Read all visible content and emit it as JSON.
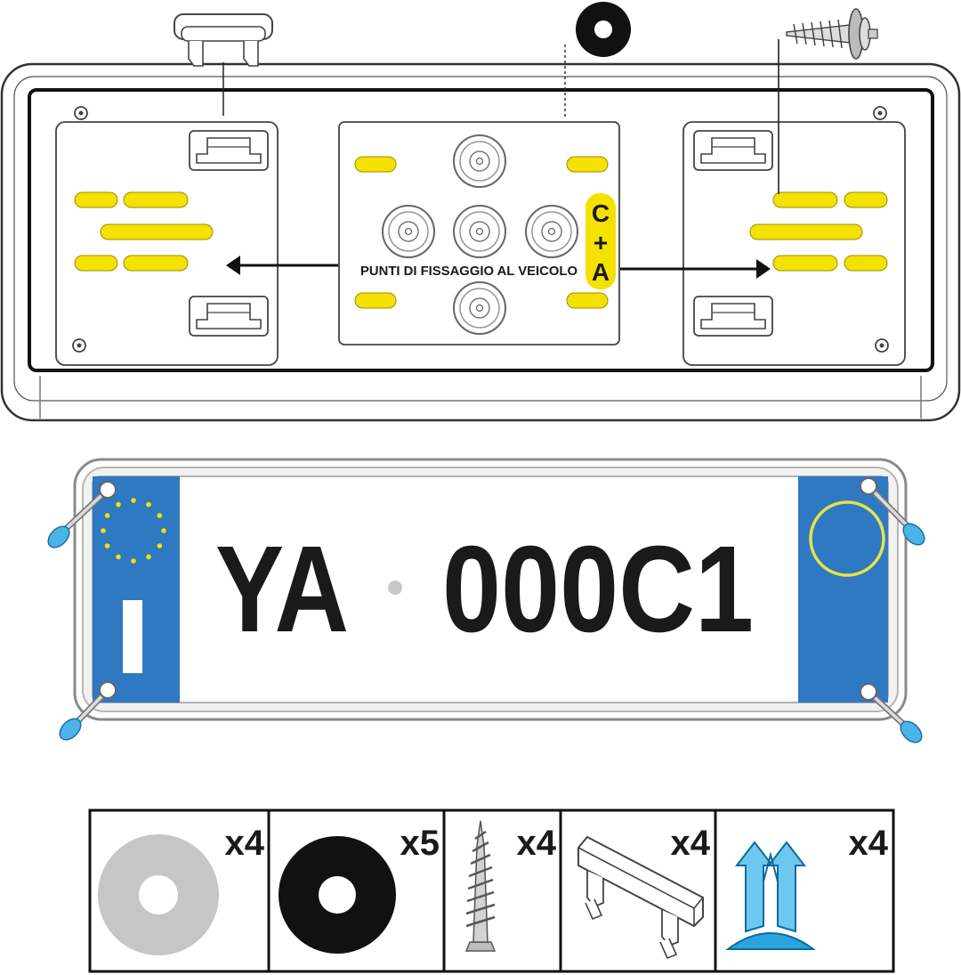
{
  "frame": {
    "mount_label": "PUNTI DI FISSAGGIO AL VEICOLO",
    "badge_letters": [
      "C",
      "+",
      "A"
    ]
  },
  "plate": {
    "left_text": "YA",
    "right_text": "000C1",
    "country_code": "I"
  },
  "parts": [
    {
      "icon": "gray-washer-icon",
      "quantity": "x4"
    },
    {
      "icon": "black-washer-icon",
      "quantity": "x5"
    },
    {
      "icon": "screw-icon",
      "quantity": "x4"
    },
    {
      "icon": "clip-bracket-icon",
      "quantity": "x4"
    },
    {
      "icon": "plastic-plug-icon",
      "quantity": "x4"
    }
  ],
  "colors": {
    "yellow": "#f5e100",
    "eu_blue": "#2f78c2",
    "plug_blue": "#4ab4e8",
    "outline": "#1a1a1a"
  }
}
